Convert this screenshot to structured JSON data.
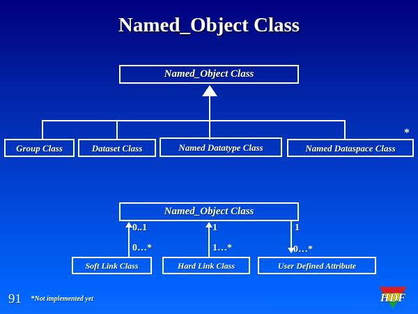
{
  "slide": {
    "title": "Named_Object Class",
    "page_number": "91",
    "footnote_marker": "*",
    "footnote_text": "Not implemented yet",
    "background_top_color": "#00007e",
    "background_bottom_color": "#0066ff",
    "line_color": "#ffffff",
    "text_color": "#ffffff"
  },
  "inheritance_diagram": {
    "parent": {
      "label": "Named_Object Class"
    },
    "children": [
      {
        "label": "Group Class"
      },
      {
        "label": "Dataset Class"
      },
      {
        "label": "Named Datatype Class"
      },
      {
        "label": "Named Dataspace Class",
        "marker": "*"
      }
    ]
  },
  "association_diagram": {
    "parent": {
      "label": "Named_Object Class"
    },
    "relations": [
      {
        "target": "Soft Link Class",
        "parent_end_multiplicity": "0..1",
        "child_end_multiplicity": "0…*",
        "arrow_direction": "up"
      },
      {
        "target": "Hard Link Class",
        "parent_end_multiplicity": "1",
        "child_end_multiplicity": "1…*",
        "arrow_direction": "up"
      },
      {
        "target": "User Defined Attribute",
        "parent_end_multiplicity": "1",
        "child_end_multiplicity": "0…*",
        "arrow_direction": "down"
      }
    ]
  },
  "logo": {
    "text": "HDF",
    "band_colors": [
      "#d42020",
      "#e8c800",
      "#18a028"
    ]
  }
}
